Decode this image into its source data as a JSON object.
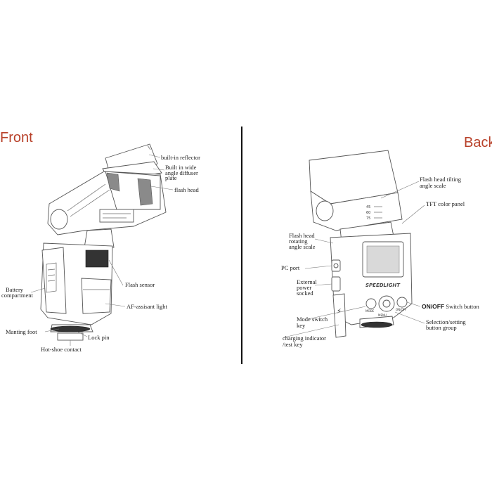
{
  "front": {
    "title": "Front",
    "labels": {
      "built_in_reflector": "built-in reflector",
      "diffuser_line1": "Built in wide",
      "diffuser_line2": "angle diffuser",
      "diffuser_line3": "plate",
      "flash_head": "flash head",
      "flash_sensor": "Flash sensor",
      "battery_line1": "Battery",
      "battery_line2": "compartment",
      "af_light": "AF-assisant light",
      "manting_foot": "Manting foot",
      "lock_pin": "Lock pin",
      "hot_shoe": "Hot-shoe contact"
    }
  },
  "back": {
    "title": "Back",
    "labels": {
      "tilt_line1": "Flash head tilting",
      "tilt_line2": "angle scale",
      "tft_panel": "TFT color panel",
      "rotate_line1": "Flash head",
      "rotate_line2": "rotating",
      "rotate_line3": "angle scale",
      "pc_port": "PC port",
      "power_line1": "External",
      "power_line2": "power",
      "power_line3": "socked",
      "onoff_bold": "ON/OFF",
      "onoff_rest": " Switch button",
      "mode_line1": "Mode switch",
      "mode_line2": "key",
      "select_line1": "Selection/setting",
      "select_line2": "button group",
      "charging_line1": "charging indicator",
      "charging_line2": "/test key"
    },
    "device_text": {
      "brand": "SPEEDLIGHT",
      "tilt_scale": [
        "45",
        "60",
        "75"
      ],
      "mode_key": "MODE",
      "on_off_key": "ON/OFF",
      "menu_key": "MENU",
      "test_key": "⚡"
    }
  },
  "colors": {
    "title": "#b8412a",
    "label": "#222222",
    "line": "#777777",
    "divider": "#111111"
  }
}
